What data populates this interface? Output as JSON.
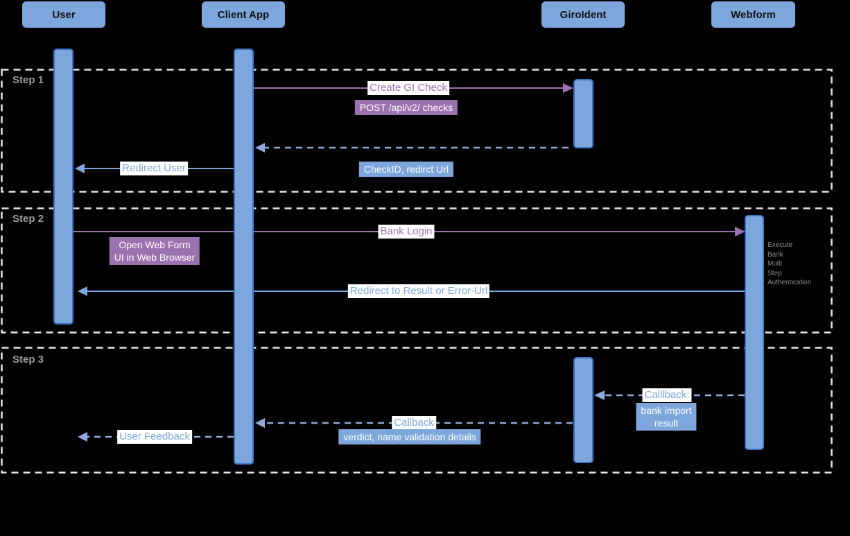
{
  "actors": {
    "user": "User",
    "client_app": "Client App",
    "giroident": "GiroIdent",
    "webform": "Webform"
  },
  "steps": {
    "step1": "Step 1",
    "step2": "Step 2",
    "step3": "Step 3"
  },
  "messages": {
    "create_gi_check": "Create GI Check",
    "post_api": "POST /api/v2/ checks",
    "checkid_redirect": "CheckID, redirct Url",
    "redirect_user": "Redirect User",
    "bank_login": "Bank Login",
    "open_web_form": "Open Web Form\nUI in Web Browser",
    "webform_note": "Execute\nBank\nMulti\nStep\nAuthentication",
    "redirect_result": "Redirect to Result or Error-Url",
    "callback_webform": "Calllback:",
    "bank_import_result": "bank import\nresult",
    "callback_client": "Callback",
    "verdict_details": "verdict, name validation details",
    "user_feedback": "User Feedback"
  },
  "colors": {
    "background": "#000000",
    "actor_fill": "#7DA7DC",
    "bar_fill": "#7DA7DC",
    "bar_border": "#3A76C9",
    "purple": "#9B72B0",
    "blue_solid": "#7DA7DC",
    "blue_dashed": "#8FAADC",
    "step_border": "#E8E8E8",
    "step_label": "#9C9C9C",
    "note_gray": "#8C8C8C"
  }
}
